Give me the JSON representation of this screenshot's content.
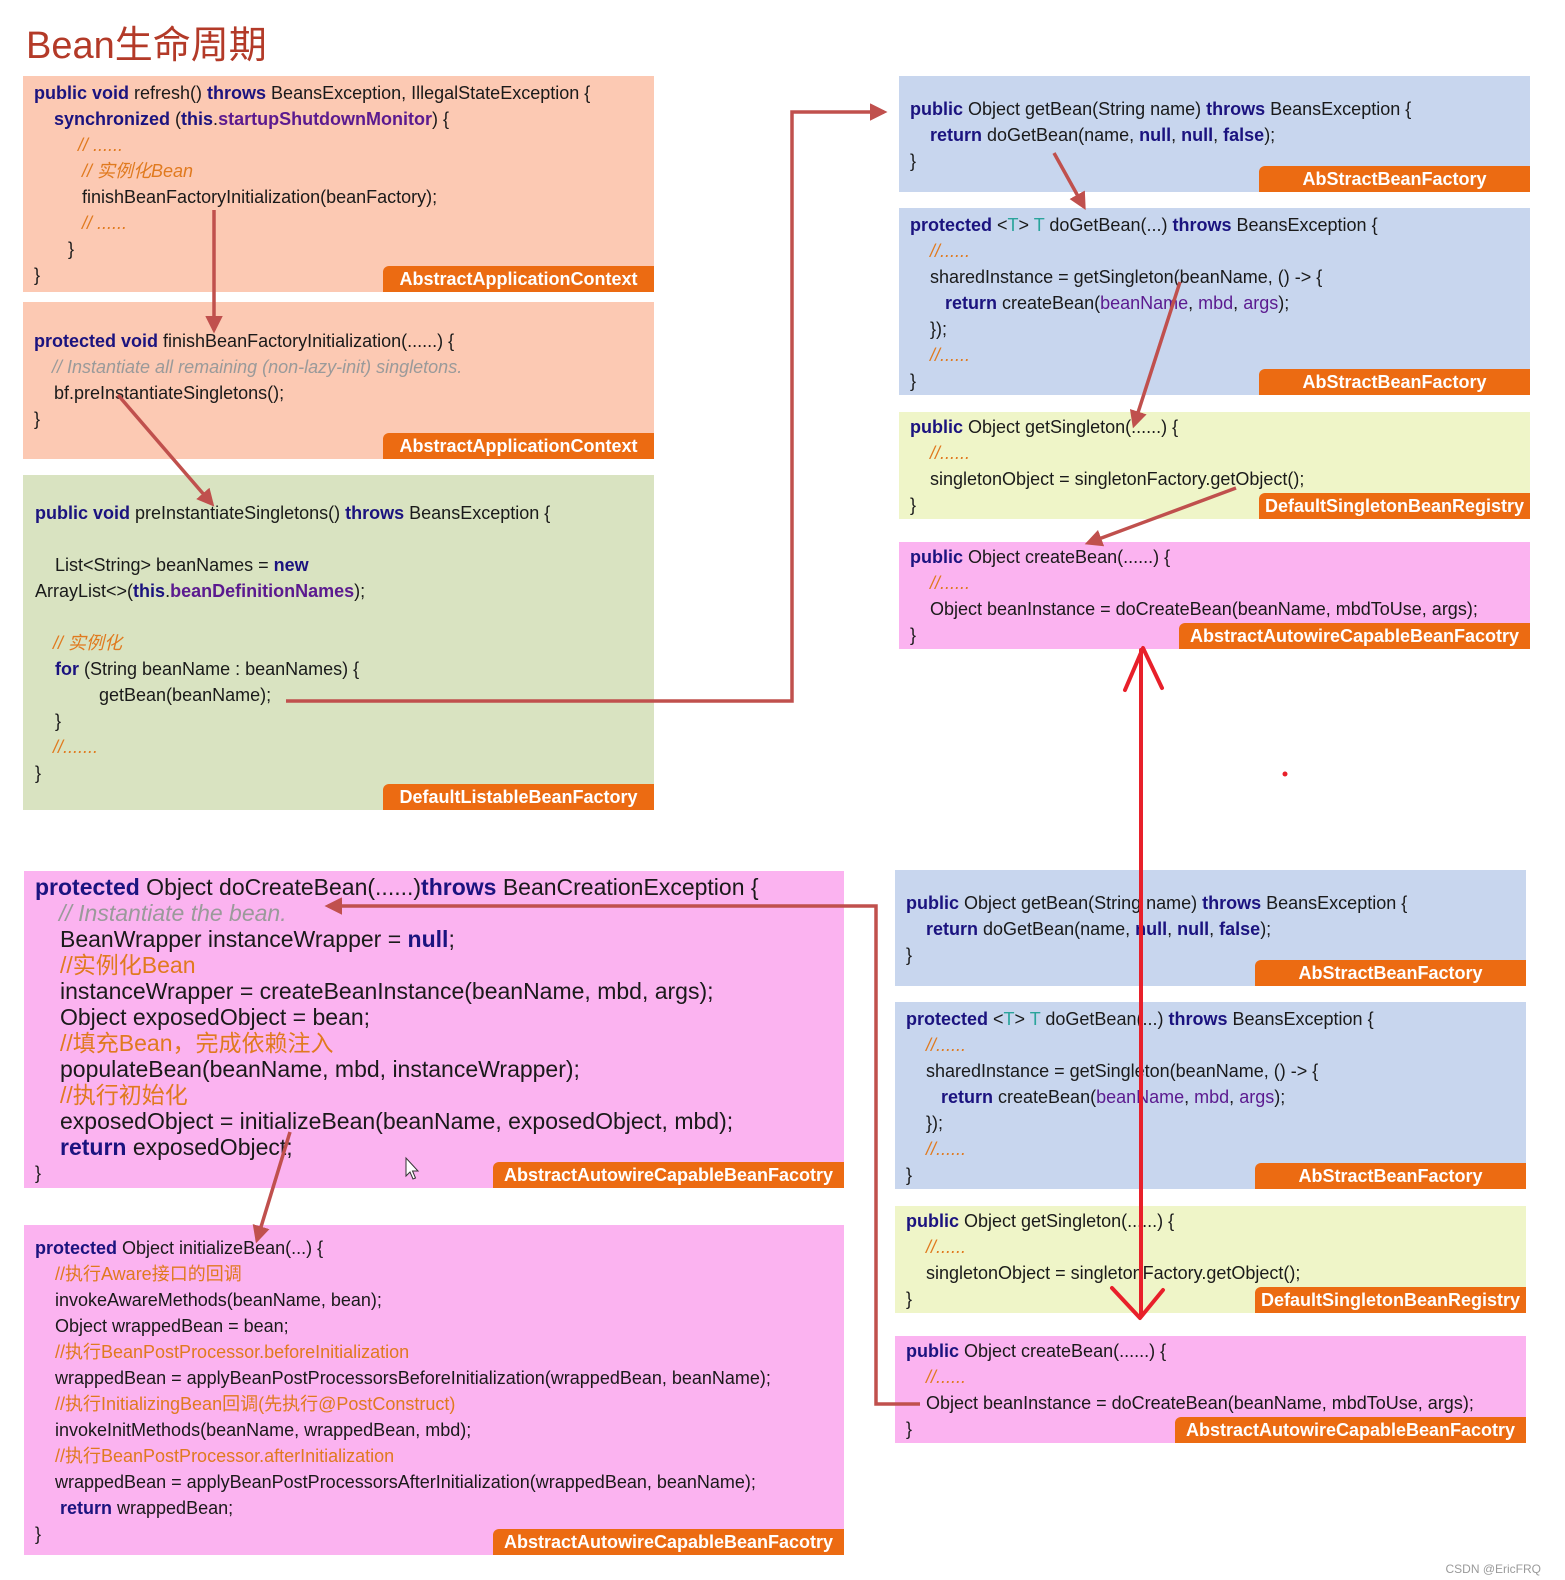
{
  "title": "Bean生命周期",
  "watermark": "CSDN @EricFRQ",
  "colors": {
    "orange_box": "#fcc9b3",
    "green_box": "#d9e3c1",
    "blue_box": "#c8d6ee",
    "yellow_box": "#eff5c8",
    "pink_box": "#fbb3f0",
    "tag": "#ec6b12",
    "arrow_dark": "#c0504d",
    "arrow_red": "#e8202a",
    "title": "#b33a28"
  },
  "boxes": {
    "refresh": {
      "tag": "AbstractApplicationContext",
      "lines": {
        "l1a": "public void",
        "l1b": " refresh() ",
        "l1c": "throws",
        "l1d": " BeansException, IllegalStateException {",
        "l2a": "synchronized",
        "l2b": " (",
        "l2c": "this",
        "l2d": ".",
        "l2e": "startupShutdownMonitor",
        "l2f": ") {",
        "l3": "// ......",
        "l4": "// 实例化Bean",
        "l5": "finishBeanFactoryInitialization(beanFactory);",
        "l6": "// ......",
        "l7": "}",
        "l8": "}"
      }
    },
    "finish": {
      "tag": "AbstractApplicationContext",
      "lines": {
        "l1a": "protected void",
        "l1b": " finishBeanFactoryInitialization(......) {",
        "l2": "// Instantiate all remaining (non-lazy-init) singletons.",
        "l3": "bf.preInstantiateSingletons();",
        "l4": "}"
      }
    },
    "preinst": {
      "tag": "DefaultListableBeanFactory",
      "lines": {
        "l1a": "public void",
        "l1b": " preInstantiateSingletons() ",
        "l1c": "throws",
        "l1d": " BeansException {",
        "l2a": "List<String> beanNames = ",
        "l2b": "new",
        "l3a": "ArrayList<>(",
        "l3b": "this",
        "l3c": ".",
        "l3d": "beanDefinitionNames",
        "l3e": ");",
        "l4": "// 实例化",
        "l5a": "for",
        "l5b": " (String beanName : beanNames) {",
        "l6": "getBean(beanName);",
        "l7": "}",
        "l8": "//.......",
        "l9": "}"
      }
    },
    "getbean": {
      "tag": "AbStractBeanFactory",
      "lines": {
        "l1a": "public",
        "l1b": " Object getBean(String name) ",
        "l1c": "throws",
        "l1d": " BeansException {",
        "l2a": "return",
        "l2b": " doGetBean(name, ",
        "l2c": "null",
        "l2d": ", ",
        "l2e": "null",
        "l2f": ", ",
        "l2g": "false",
        "l2h": ");",
        "l3": "}"
      }
    },
    "dogetbean": {
      "tag": "AbStractBeanFactory",
      "lines": {
        "l1a": "protected",
        "l1b": " <",
        "l1c": "T",
        "l1d": "> ",
        "l1e": "T",
        "l1f": " doGetBean(...) ",
        "l1g": "throws",
        "l1h": " BeansException {",
        "l2": "//......",
        "l3": "sharedInstance = getSingleton(beanName, () -> {",
        "l4a": "return",
        "l4b": " createBean(",
        "l4c": "beanName",
        "l4d": ", ",
        "l4e": "mbd",
        "l4f": ", ",
        "l4g": "args",
        "l4h": ");",
        "l5": "});",
        "l6": "//......",
        "l7": "}"
      }
    },
    "getsingleton": {
      "tag": "DefaultSingletonBeanRegistry",
      "lines": {
        "l1a": "public",
        "l1b": " Object getSingleton(......) {",
        "l2": "//......",
        "l3": "singletonObject = singletonFactory.getObject();",
        "l4": "}"
      }
    },
    "createbean": {
      "tag": "AbstractAutowireCapableBeanFacotry",
      "lines": {
        "l1a": "public",
        "l1b": " Object createBean(......) {",
        "l2": "//......",
        "l3": "Object beanInstance = doCreateBean(beanName, mbdToUse, args);",
        "l4": "}"
      }
    },
    "docreatebean": {
      "tag": "AbstractAutowireCapableBeanFacotry",
      "lines": {
        "l1a": "protected",
        "l1b": " Object doCreateBean(......)",
        "l1c": "throws",
        "l1d": " BeanCreationException {",
        "l2": "// Instantiate the bean.",
        "l3a": "BeanWrapper instanceWrapper = ",
        "l3b": "null",
        "l3c": ";",
        "l4": "//实例化Bean",
        "l5": "instanceWrapper = createBeanInstance(beanName, mbd, args);",
        "l6": "Object exposedObject = bean;",
        "l7": "//填充Bean，完成依赖注入",
        "l8": "populateBean(beanName, mbd, instanceWrapper);",
        "l9": "//执行初始化",
        "l10": "exposedObject = initializeBean(beanName, exposedObject, mbd);",
        "l11a": "return",
        "l11b": " exposedObject;",
        "l12": "}"
      }
    },
    "initbean": {
      "tag": "AbstractAutowireCapableBeanFacotry",
      "lines": {
        "l1a": "protected",
        "l1b": " Object initializeBean(...) {",
        "l2": "//执行Aware接口的回调",
        "l3": "invokeAwareMethods(beanName, bean);",
        "l4": "Object wrappedBean = bean;",
        "l5": "//执行BeanPostProcessor.beforeInitialization",
        "l6": "wrappedBean = applyBeanPostProcessorsBeforeInitialization(wrappedBean, beanName);",
        "l7": "//执行InitializingBean回调(先执行@PostConstruct)",
        "l8": "invokeInitMethods(beanName, wrappedBean, mbd);",
        "l9": "//执行BeanPostProcessor.afterInitialization",
        "l10": "wrappedBean = applyBeanPostProcessorsAfterInitialization(wrappedBean, beanName);",
        "l11a": "return",
        "l11b": " wrappedBean;",
        "l12": "}"
      }
    }
  }
}
